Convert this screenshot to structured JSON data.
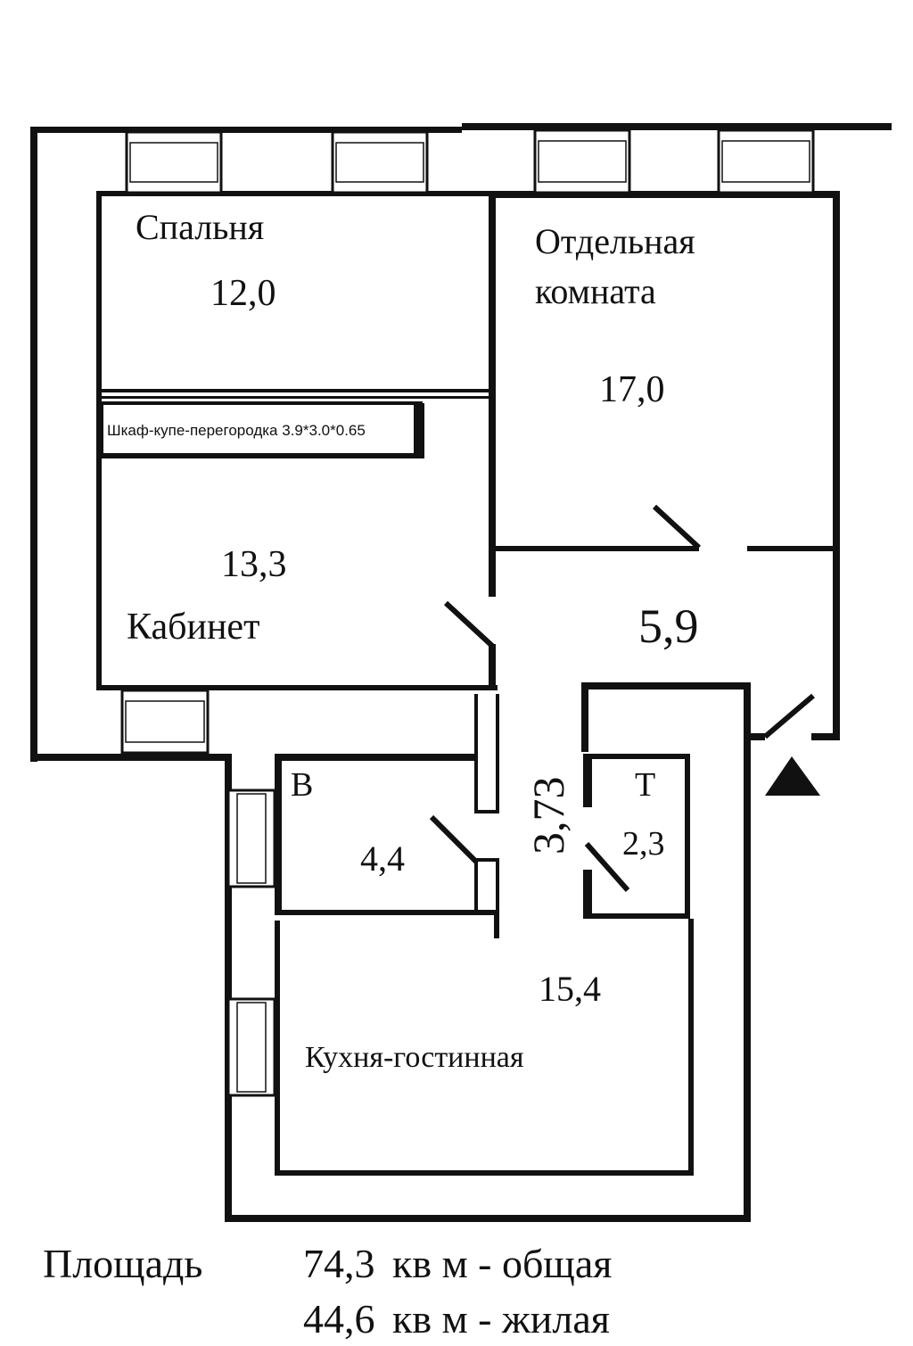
{
  "rooms": {
    "bedroom": {
      "name": "Спальня",
      "area": "12,0"
    },
    "separate_room": {
      "name_line1": "Отдельная",
      "name_line2": "комната",
      "area": "17,0"
    },
    "wardrobe": {
      "label": "Шкаф-купе-перегородка 3.9*3.0*0.65"
    },
    "study": {
      "name": "Кабинет",
      "area": "13,3"
    },
    "hall": {
      "area": "5,9"
    },
    "corridor": {
      "area": "3,73"
    },
    "bathroom": {
      "name": "В",
      "area": "4,4"
    },
    "toilet": {
      "name": "Т",
      "area": "2,3"
    },
    "kitchen": {
      "name": "Кухня-гостинная",
      "area": "15,4"
    }
  },
  "entrance": {
    "icon": "entrance-arrow-icon"
  },
  "footer": {
    "label": "Площадь",
    "total_value": "74,3",
    "total_text": "кв м - общая",
    "living_value": "44,6",
    "living_text": "кв м - жилая"
  },
  "colors": {
    "ink": "#111111",
    "background": "#ffffff"
  }
}
